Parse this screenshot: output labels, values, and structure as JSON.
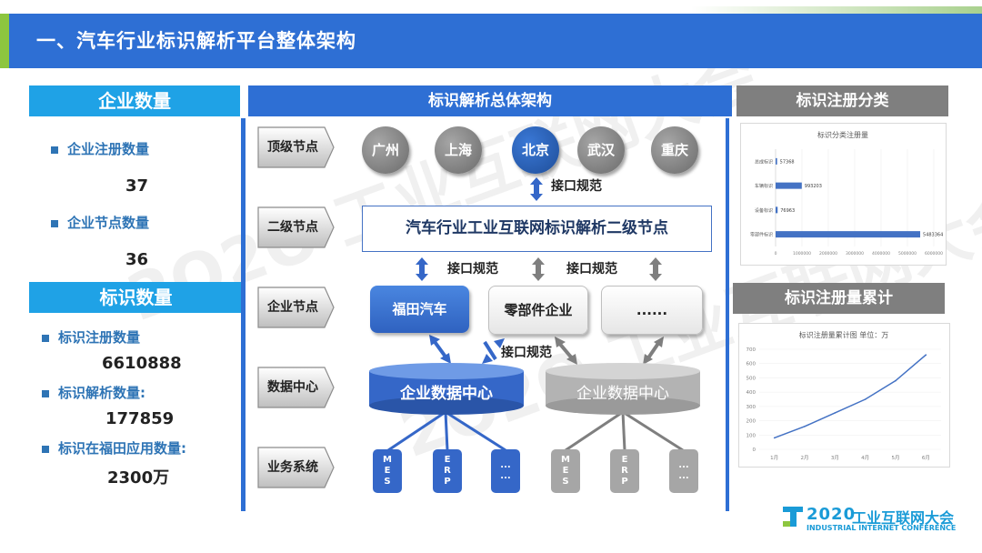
{
  "header": {
    "title": "一、汽车行业标识解析平台整体架构"
  },
  "left": {
    "enterprise": {
      "heading": "企业数量",
      "items": [
        {
          "label": "企业注册数量",
          "value": "37"
        },
        {
          "label": "企业节点数量",
          "value": "36"
        }
      ]
    },
    "identifier": {
      "heading": "标识数量",
      "items": [
        {
          "label": "标识注册数量",
          "value": "6610888"
        },
        {
          "label": "标识解析数量:",
          "value": "177859"
        },
        {
          "label": "标识在福田应用数量:",
          "value": "2300万"
        }
      ]
    }
  },
  "architecture": {
    "heading": "标识解析总体架构",
    "layers": [
      "顶级节点",
      "二级节点",
      "企业节点",
      "数据中心",
      "业务系统"
    ],
    "top_nodes": [
      "广州",
      "上海",
      "北京",
      "武汉",
      "重庆"
    ],
    "interface_label": "接口规范",
    "second_node": "汽车行业工业互联网标识解析二级节点",
    "enterprises": [
      "福田汽车",
      "零部件企业",
      "......"
    ],
    "data_centers": [
      "企业数据中心",
      "企业数据中心"
    ],
    "systems": [
      [
        "M",
        "E",
        "S"
      ],
      [
        "E",
        "R",
        "P"
      ],
      [
        "...",
        "..."
      ],
      [
        "M",
        "E",
        "S"
      ],
      [
        "E",
        "R",
        "P"
      ],
      [
        "...",
        "..."
      ]
    ],
    "colors": {
      "blue": "#2e6fd4",
      "gray": "#a6a6a6"
    }
  },
  "right": {
    "classification": {
      "heading": "标识注册分类"
    },
    "cumulative": {
      "heading": "标识注册量累计"
    }
  },
  "chart_data": [
    {
      "type": "bar",
      "orientation": "horizontal",
      "title": "标识分类注册量",
      "categories": [
        "总成标识",
        "车辆标识",
        "设备标识",
        "零部件标识"
      ],
      "values": [
        57368,
        993203,
        76963,
        5483364
      ],
      "value_labels": [
        "57368",
        "993203",
        "76963",
        "5483364"
      ],
      "xlim": [
        0,
        6000000
      ],
      "xticks": [
        "0",
        "1000000",
        "2000000",
        "3000000",
        "4000000",
        "5000000",
        "6000000"
      ],
      "color": "#4472c4"
    },
    {
      "type": "line",
      "title": "标识注册量累计图  单位：万",
      "categories": [
        "1月",
        "2月",
        "3月",
        "4月",
        "5月",
        "6月"
      ],
      "values": [
        80,
        160,
        255,
        350,
        480,
        661
      ],
      "ylim": [
        0,
        700
      ],
      "yticks": [
        "0",
        "100",
        "200",
        "300",
        "400",
        "500",
        "600",
        "700"
      ],
      "color": "#4472c4"
    }
  ],
  "footer": {
    "logo_year": "2020",
    "logo_cn": "工业互联网大会",
    "logo_en": "INDUSTRIAL INTERNET CONFERENCE",
    "brand_color": "#1a9bd7",
    "accent_color": "#8dc63f"
  }
}
